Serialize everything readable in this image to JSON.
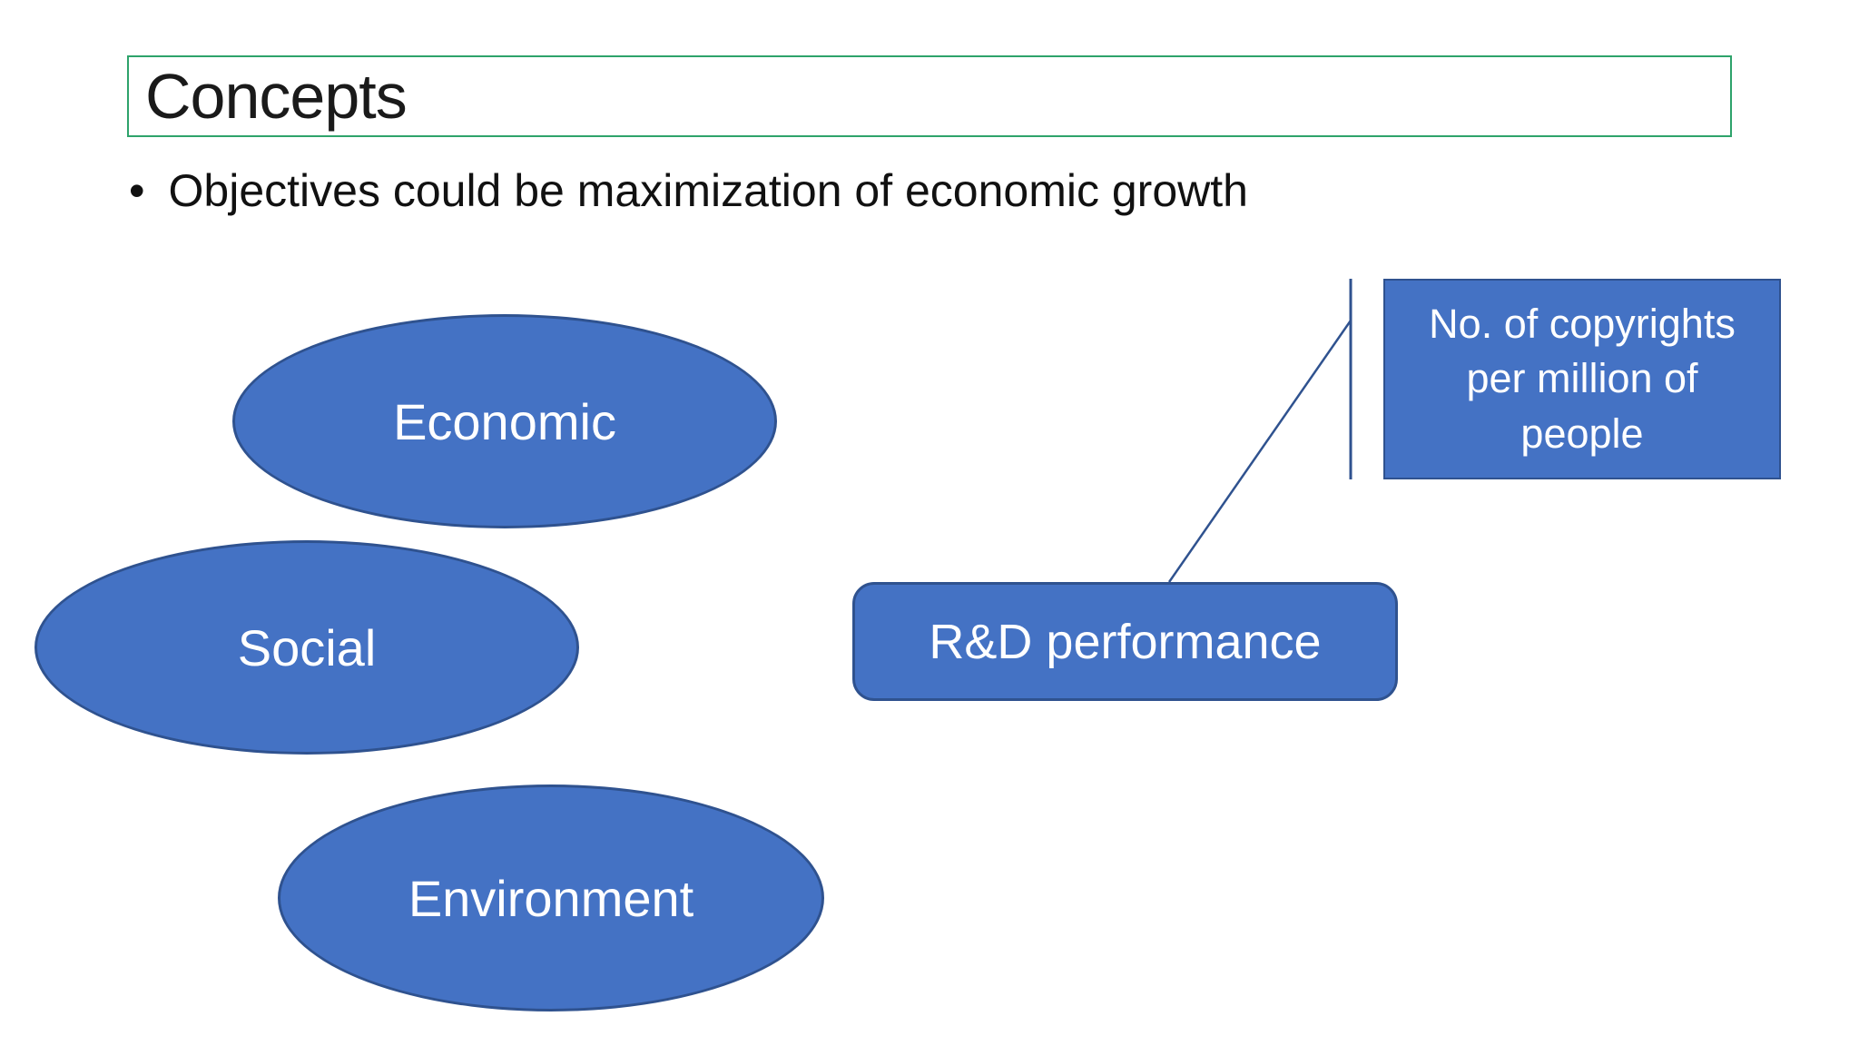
{
  "slide": {
    "title": "Concepts",
    "bullet_marker": "•",
    "bullets": [
      "Objectives could be maximization of economic growth"
    ],
    "ellipses": [
      {
        "label": "Economic"
      },
      {
        "label": "Social"
      },
      {
        "label": "Environment"
      }
    ],
    "process_box": {
      "label": "R&D performance"
    },
    "callout": {
      "text": "No. of copyrights\nper million of\npeople"
    },
    "colors": {
      "shape_fill": "#4472C4",
      "shape_outline": "#2F528F",
      "connector_line": "#2F528F",
      "title_box_border": "#2EA36B",
      "body_text": "#1A1A1A",
      "shape_text": "#FFFFFF",
      "background": "#FFFFFF"
    }
  }
}
